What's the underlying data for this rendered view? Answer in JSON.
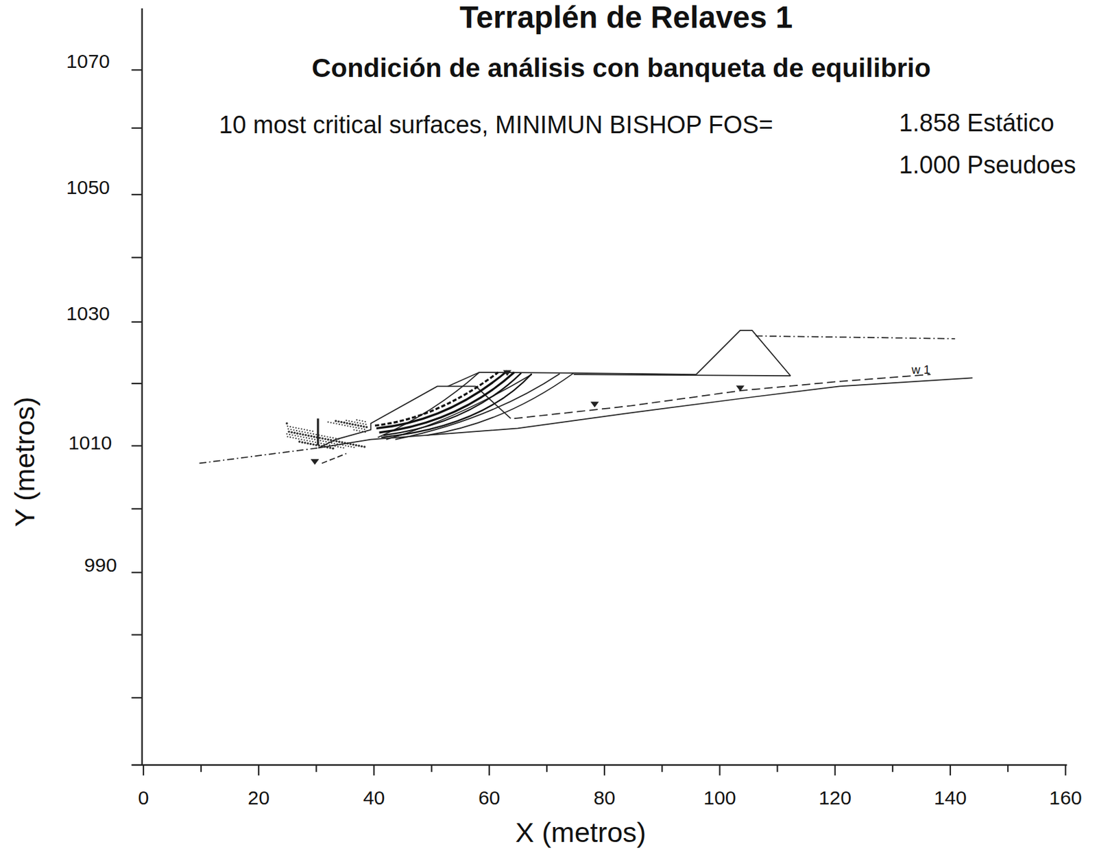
{
  "diagram": {
    "title": "Terraplén de Relaves 1",
    "labels": [
      "Condición de análisis con banqueta de equilibrio",
      "10 most critical surfaces, MINIMUN BISHOP FOS=",
      "1.858  Estático",
      "1.000 Pseudoes",
      "1070",
      "1050",
      "1030",
      "1010",
      "990",
      "0",
      "20",
      "40",
      "60",
      "80",
      "100",
      "120",
      "140",
      "160",
      "Y (metros)",
      "X (metros)",
      "w 1"
    ]
  }
}
